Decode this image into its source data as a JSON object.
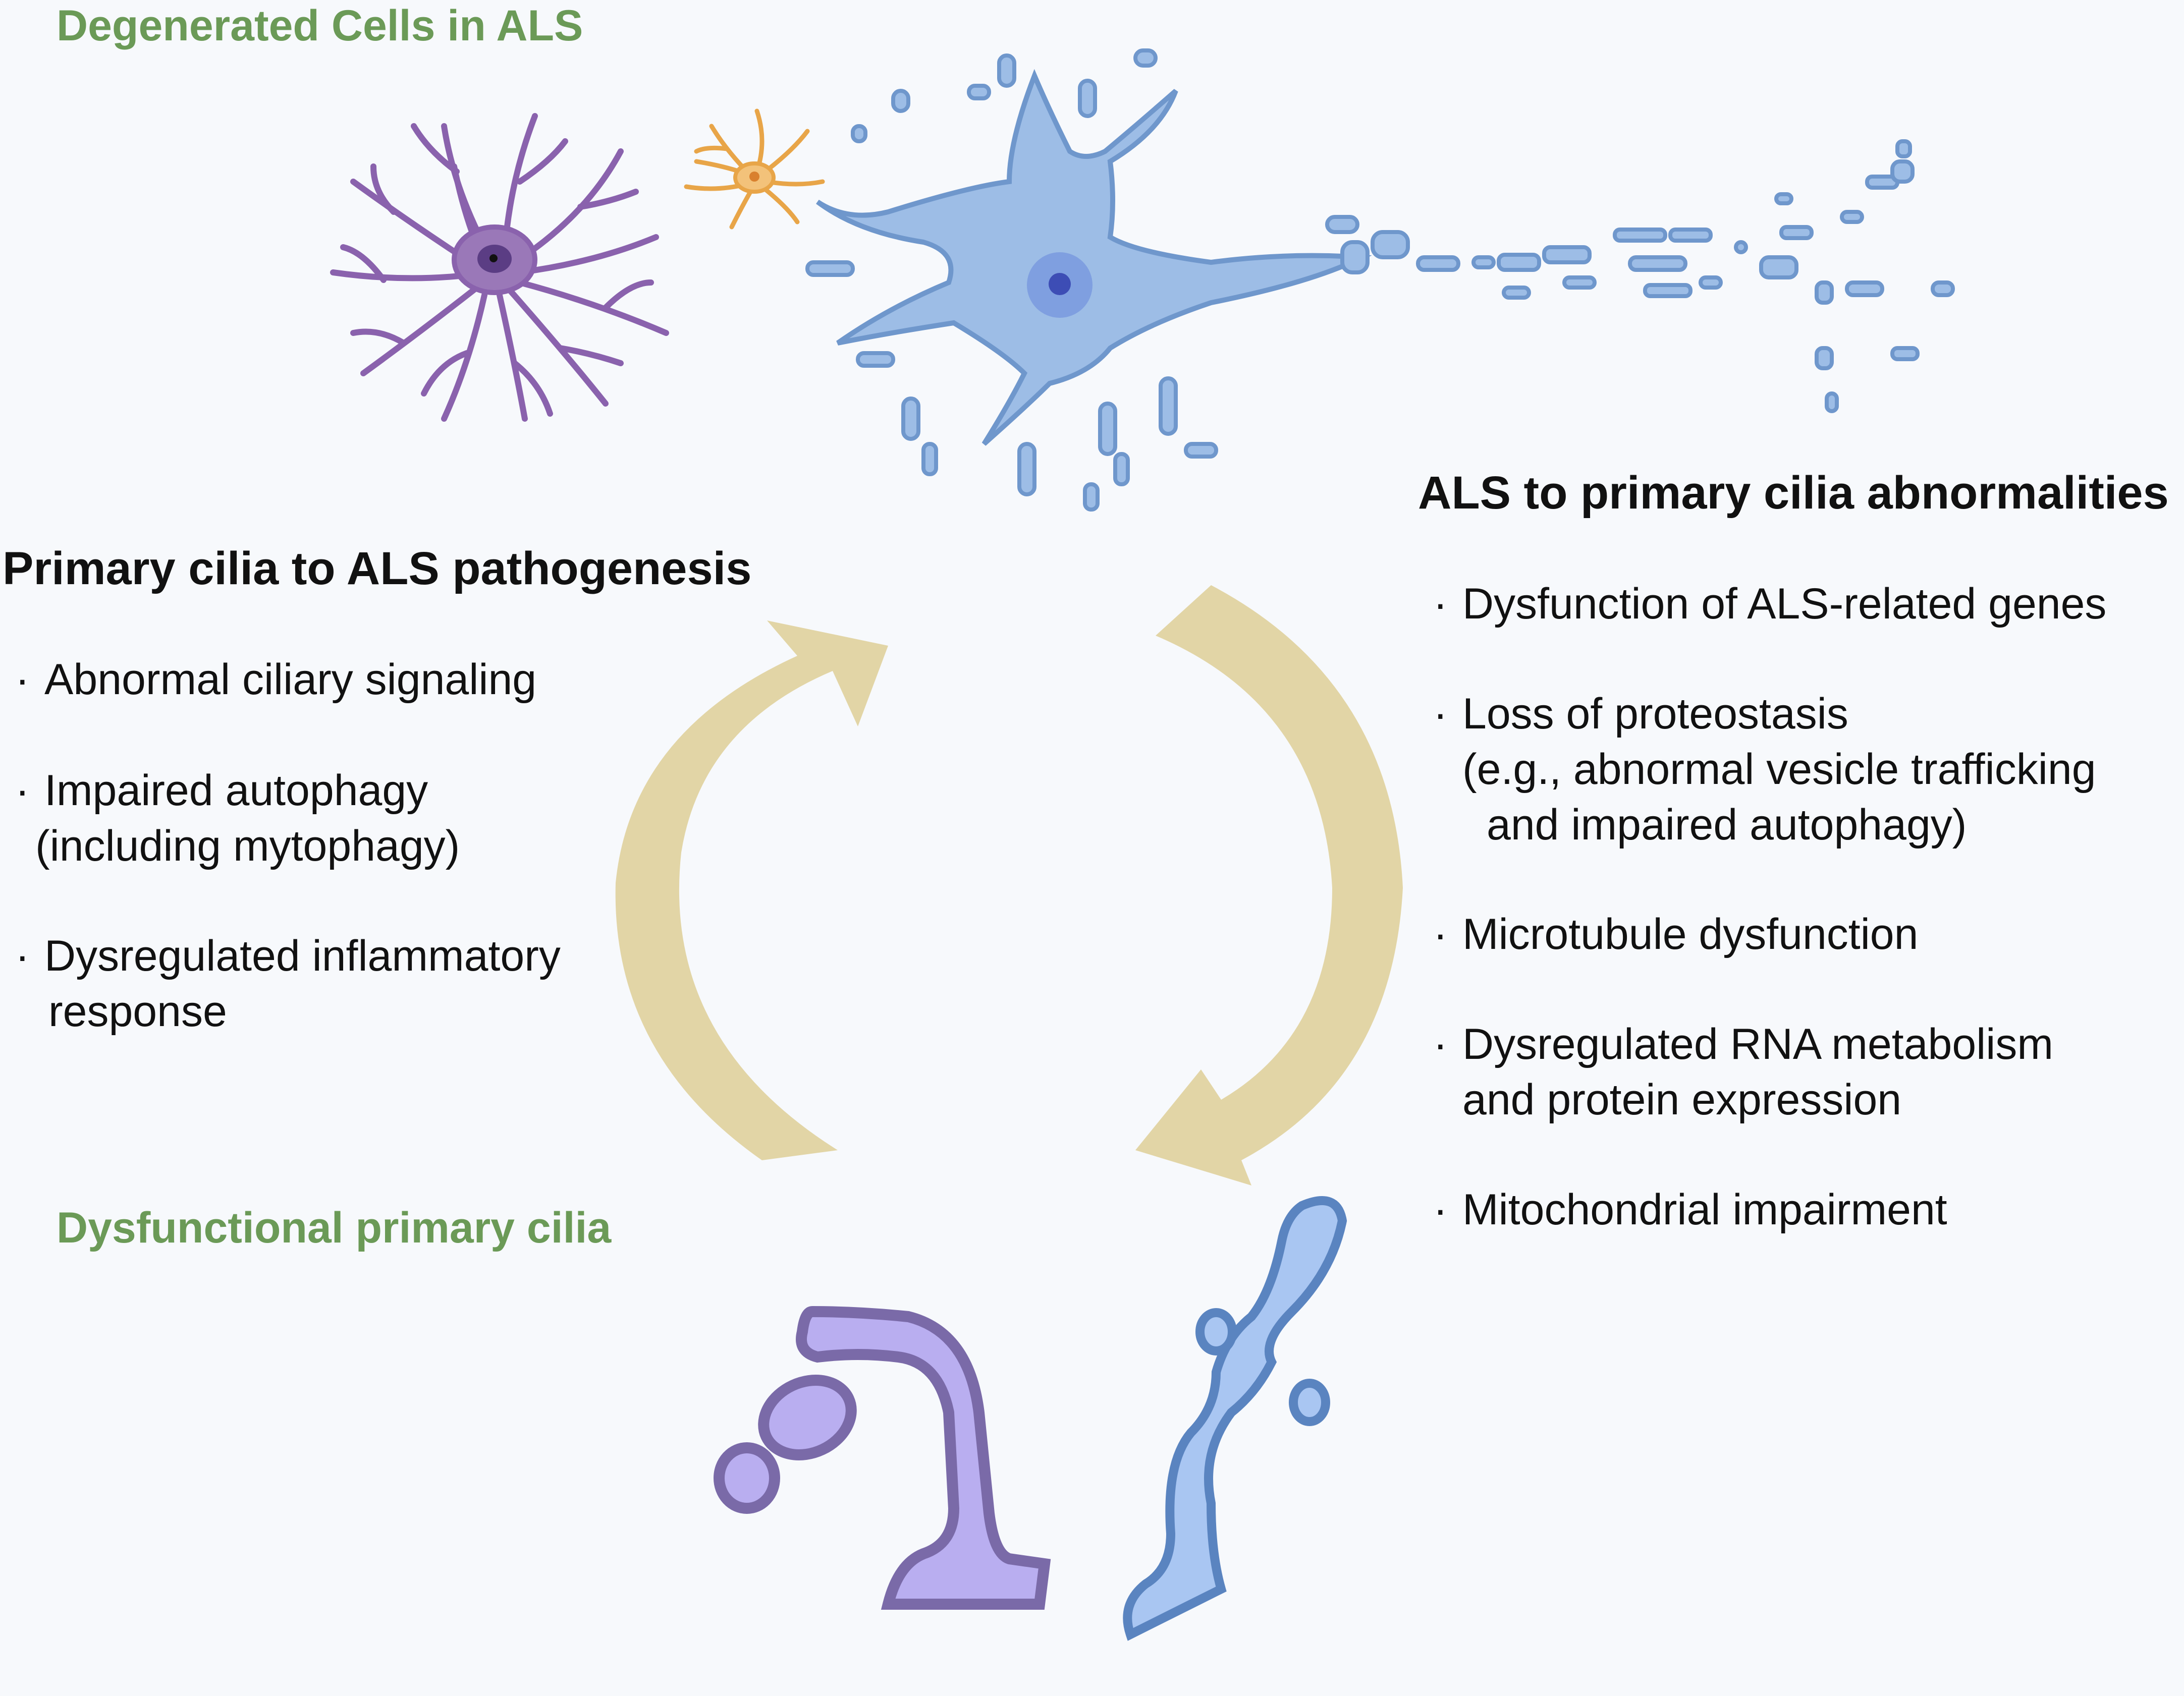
{
  "titles": {
    "degenerated_cells": "Degenerated Cells in ALS",
    "dysfunctional_cilia": "Dysfunctional primary cilia"
  },
  "left_panel": {
    "heading": "Primary cilia to ALS pathogenesis",
    "items": [
      {
        "line1": "Abnormal ciliary signaling",
        "line2": ""
      },
      {
        "line1": "Impaired autophagy",
        "line2": "(including mytophagy)"
      },
      {
        "line1": "Dysregulated inflammatory",
        "line2": "response"
      }
    ]
  },
  "right_panel": {
    "heading": "ALS to primary cilia abnormalities",
    "items": [
      {
        "line1": "Dysfunction of ALS-related genes"
      },
      {
        "line1": "Loss of proteostasis",
        "line2": "(e.g., abnormal vesicle trafficking",
        "line3": "and impaired autophagy)"
      },
      {
        "line1": "Microtubule dysfunction"
      },
      {
        "line1": "Dysregulated RNA metabolism",
        "line2": "and protein expression"
      },
      {
        "line1": "Mitochondrial impairment"
      }
    ]
  },
  "bullet_char": "·",
  "colors": {
    "title_green": "#6b9a57",
    "arrow_tan": "#e2d5a6",
    "astrocyte_purple": "#9a78b8",
    "microglia_orange": "#f3c27a",
    "neuron_blue": "#9dbde6",
    "cilium_purple": "#b9aef0",
    "cilium_blue": "#a9c6f2"
  }
}
